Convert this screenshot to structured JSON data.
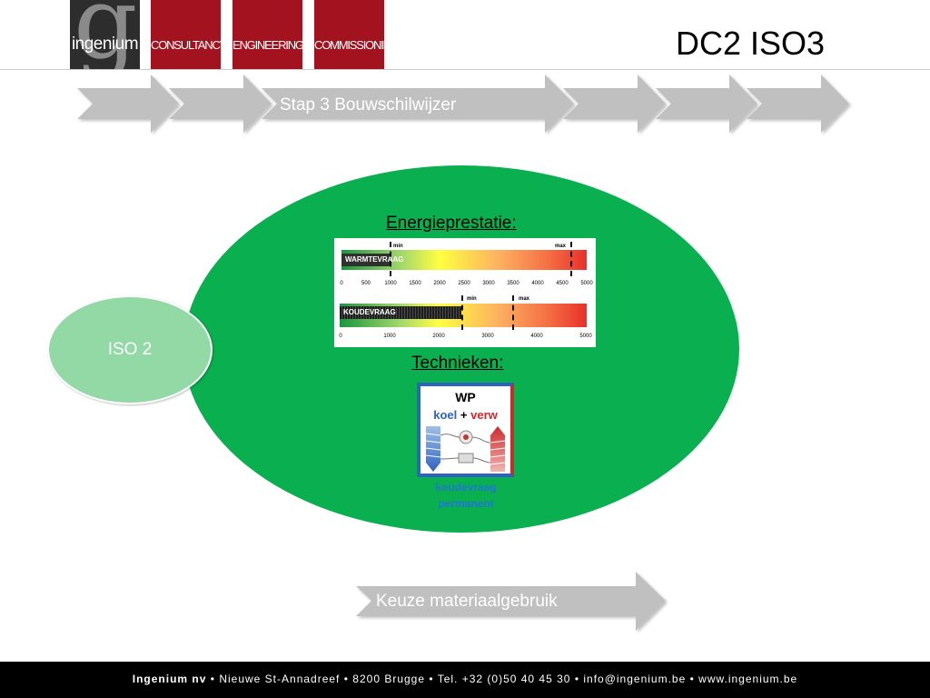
{
  "header": {
    "logo_text": "ingenium",
    "boxes": [
      "CONSULTANCY",
      "ENGINEERING",
      "COMMISSIONING"
    ],
    "title": "DC2 ISO3"
  },
  "process": {
    "step_label": "Stap 3 Bouwschilwijzer",
    "bottom_label": "Keuze materiaalgebruik",
    "arrow_color": "#c0c0c0"
  },
  "iso_circle": {
    "label": "ISO 2",
    "color": "#92d9a6"
  },
  "main_circle": {
    "color": "#0aaf4f"
  },
  "energy": {
    "title": "Energieprestatie:",
    "min_label": "min",
    "max_label": "max",
    "warmte": {
      "label": "WARMTEVRAAG",
      "ticks": [
        "0",
        "500",
        "1000",
        "1500",
        "2000",
        "2500",
        "3000",
        "3500",
        "4000",
        "4500",
        "5000"
      ]
    },
    "koude": {
      "label": "KOUDEVRAAG",
      "ticks": [
        "0",
        "1000",
        "2000",
        "3000",
        "4000",
        "5000"
      ]
    }
  },
  "techniques": {
    "title": "Technieken:",
    "wp_title": "WP",
    "koel": "koel",
    "plus": "+",
    "verw": "verw",
    "note_line1": "koudevraag",
    "note_line2": "permanent"
  },
  "footer": {
    "company": "Ingenium nv",
    "address": "Nieuwe St-Annadreef",
    "city": "8200 Brugge",
    "phone": "Tel. +32 (0)50 40 45 30",
    "email": "info@ingenium.be",
    "website": "www.ingenium.be",
    "separator": "•"
  }
}
